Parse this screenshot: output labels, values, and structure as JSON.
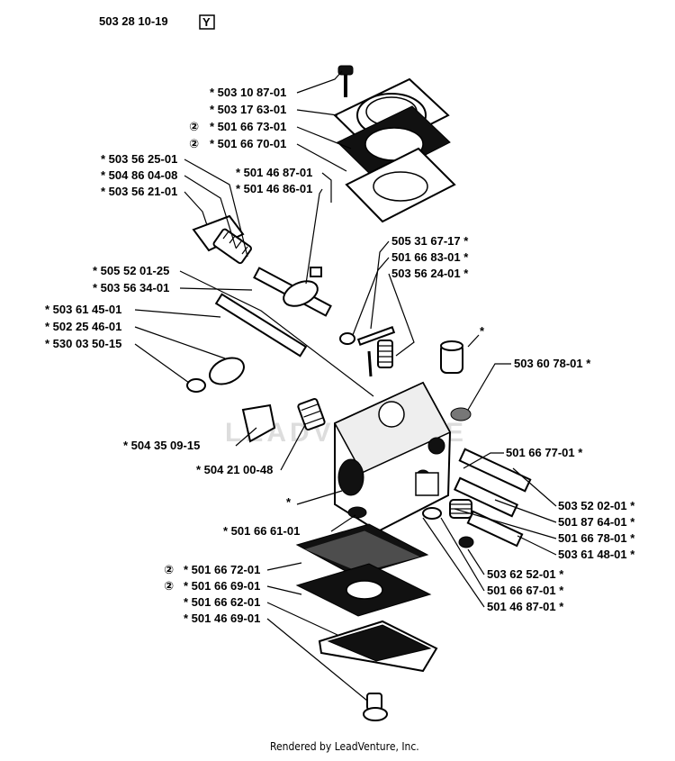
{
  "header": {
    "assembly_number": "503 28 10-19",
    "badge": "Y"
  },
  "footer": {
    "rendered_by": "Rendered by LeadVenture, Inc."
  },
  "watermark": "LEADVENTURE",
  "labels": [
    {
      "id": "p1",
      "text": "* 503 10 87-01"
    },
    {
      "id": "p2",
      "text": "* 503 17 63-01"
    },
    {
      "id": "p3",
      "text": "* 501 66 73-01",
      "note": "②"
    },
    {
      "id": "p4",
      "text": "* 501 66 70-01",
      "note": "②"
    },
    {
      "id": "p5",
      "text": "* 503 56 25-01"
    },
    {
      "id": "p6",
      "text": "* 504 86 04-08"
    },
    {
      "id": "p7",
      "text": "* 503 56 21-01"
    },
    {
      "id": "p8",
      "text": "* 501 46 87-01"
    },
    {
      "id": "p9",
      "text": "* 501 46 86-01"
    },
    {
      "id": "p10",
      "text": "505 31 67-17 *"
    },
    {
      "id": "p11",
      "text": "501 66 83-01 *"
    },
    {
      "id": "p12",
      "text": "503 56 24-01 *"
    },
    {
      "id": "p13",
      "text": "* 505 52 01-25"
    },
    {
      "id": "p14",
      "text": "* 503 56 34-01"
    },
    {
      "id": "p15",
      "text": "* 503 61 45-01"
    },
    {
      "id": "p16",
      "text": "* 502 25 46-01"
    },
    {
      "id": "p17",
      "text": "* 530 03 50-15"
    },
    {
      "id": "p18",
      "text": "*"
    },
    {
      "id": "p19",
      "text": "503 60 78-01 *"
    },
    {
      "id": "p20",
      "text": "* 504 35 09-15"
    },
    {
      "id": "p21",
      "text": "501 66 77-01 *"
    },
    {
      "id": "p22",
      "text": "* 504 21 00-48"
    },
    {
      "id": "p23",
      "text": "*"
    },
    {
      "id": "p24",
      "text": "503 52 02-01 *"
    },
    {
      "id": "p25",
      "text": "* 501 66 61-01"
    },
    {
      "id": "p26",
      "text": "501 87 64-01 *"
    },
    {
      "id": "p27",
      "text": "501 66 78-01 *"
    },
    {
      "id": "p28",
      "text": "503 61 48-01 *"
    },
    {
      "id": "p29",
      "text": "* 501 66 72-01",
      "note": "②"
    },
    {
      "id": "p30",
      "text": "503 62 52-01 *"
    },
    {
      "id": "p31",
      "text": "* 501 66 69-01",
      "note": "②"
    },
    {
      "id": "p32",
      "text": "501 66 67-01 *"
    },
    {
      "id": "p33",
      "text": "* 501 66 62-01"
    },
    {
      "id": "p34",
      "text": "501 46 87-01 *"
    },
    {
      "id": "p35",
      "text": "* 501 46 69-01"
    }
  ]
}
